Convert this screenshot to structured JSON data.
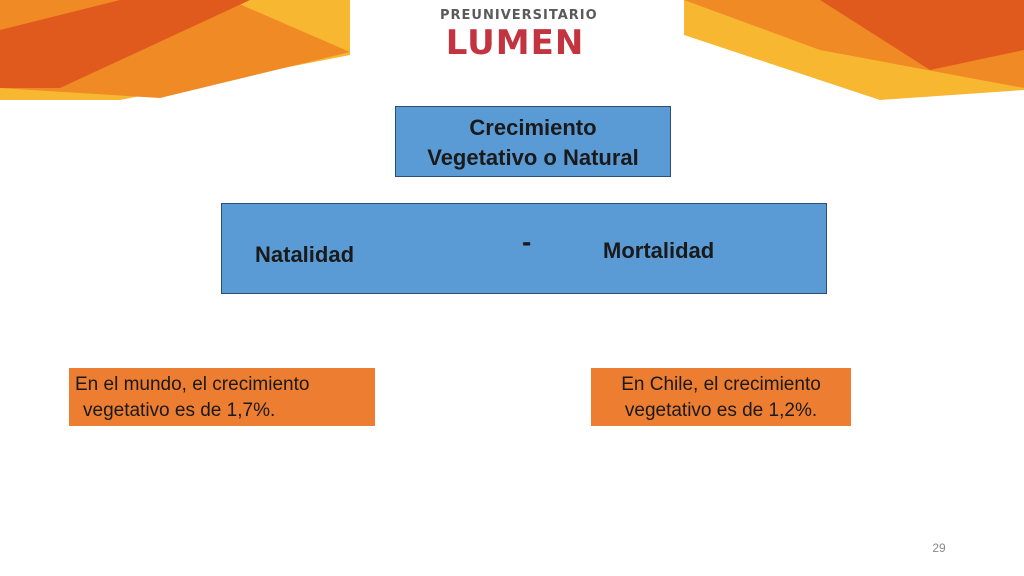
{
  "logo": {
    "top": "PREUNIVERSITARIO",
    "main": "LUMEN"
  },
  "title_box": {
    "line1": "Crecimiento",
    "line2": "Vegetativo o Natural"
  },
  "formula": {
    "left": "Natalidad",
    "operator": "-",
    "right": "Mortalidad"
  },
  "notes": {
    "world": {
      "line1": "En el mundo, el crecimiento",
      "line2": "vegetativo es de 1,7%."
    },
    "chile": {
      "line1": "En Chile, el crecimiento",
      "line2": "vegetativo es de 1,2%."
    }
  },
  "slide_number": "29",
  "colors": {
    "blue_box": "#5b9bd5",
    "orange_box": "#ed7d31",
    "logo_red": "#c2343f",
    "banner_orange": "#f08a24",
    "banner_yellow": "#f7b731"
  }
}
